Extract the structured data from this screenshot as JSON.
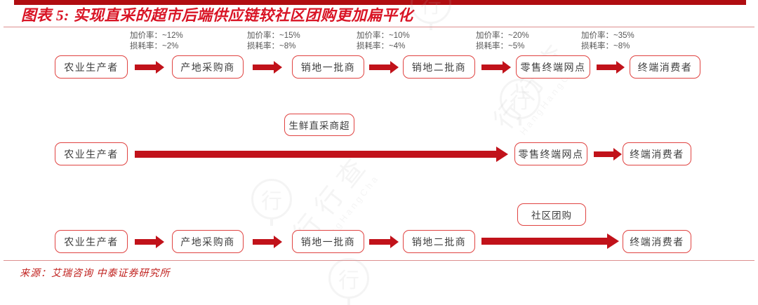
{
  "page": {
    "title": "图表 5:  实现直采的超市后端供应链较社区团购更加扁平化",
    "source": "来源：艾瑞咨询 中泰证券研究所"
  },
  "colors": {
    "bar_color": "#b00d11",
    "title_color": "#d91425",
    "box_border": "#e04341",
    "arrow_color": "#c1121a",
    "rule_color": "#dd8f8f",
    "node_text": "#3d3d3d",
    "annotation_text": "#575757",
    "source_color": "#c0211e"
  },
  "chain1": {
    "nodes": [
      "农业生产者",
      "产地采购商",
      "销地一批商",
      "销地二批商",
      "零售终端网点",
      "终端消费者"
    ],
    "annotations": [
      {
        "markup": "加价率：~12%",
        "loss": "损耗率：~2%"
      },
      {
        "markup": "加价率：~15%",
        "loss": "损耗率：~8%"
      },
      {
        "markup": "加价率：~10%",
        "loss": "损耗率：~4%"
      },
      {
        "markup": "加价率：~20%",
        "loss": "损耗率：~5%"
      },
      {
        "markup": "加价率：~35%",
        "loss": "损耗率：~8%"
      }
    ]
  },
  "chain2": {
    "nodes": [
      "农业生产者",
      "零售终端网点",
      "终端消费者"
    ],
    "channel_label": "生鲜直采商超"
  },
  "chain3": {
    "nodes": [
      "农业生产者",
      "产地采购商",
      "销地一批商",
      "销地二批商",
      "终端消费者"
    ],
    "channel_label": "社区团购"
  },
  "watermark": {
    "glyph": "行",
    "cn": "行行查",
    "en": "HangHangCha"
  }
}
